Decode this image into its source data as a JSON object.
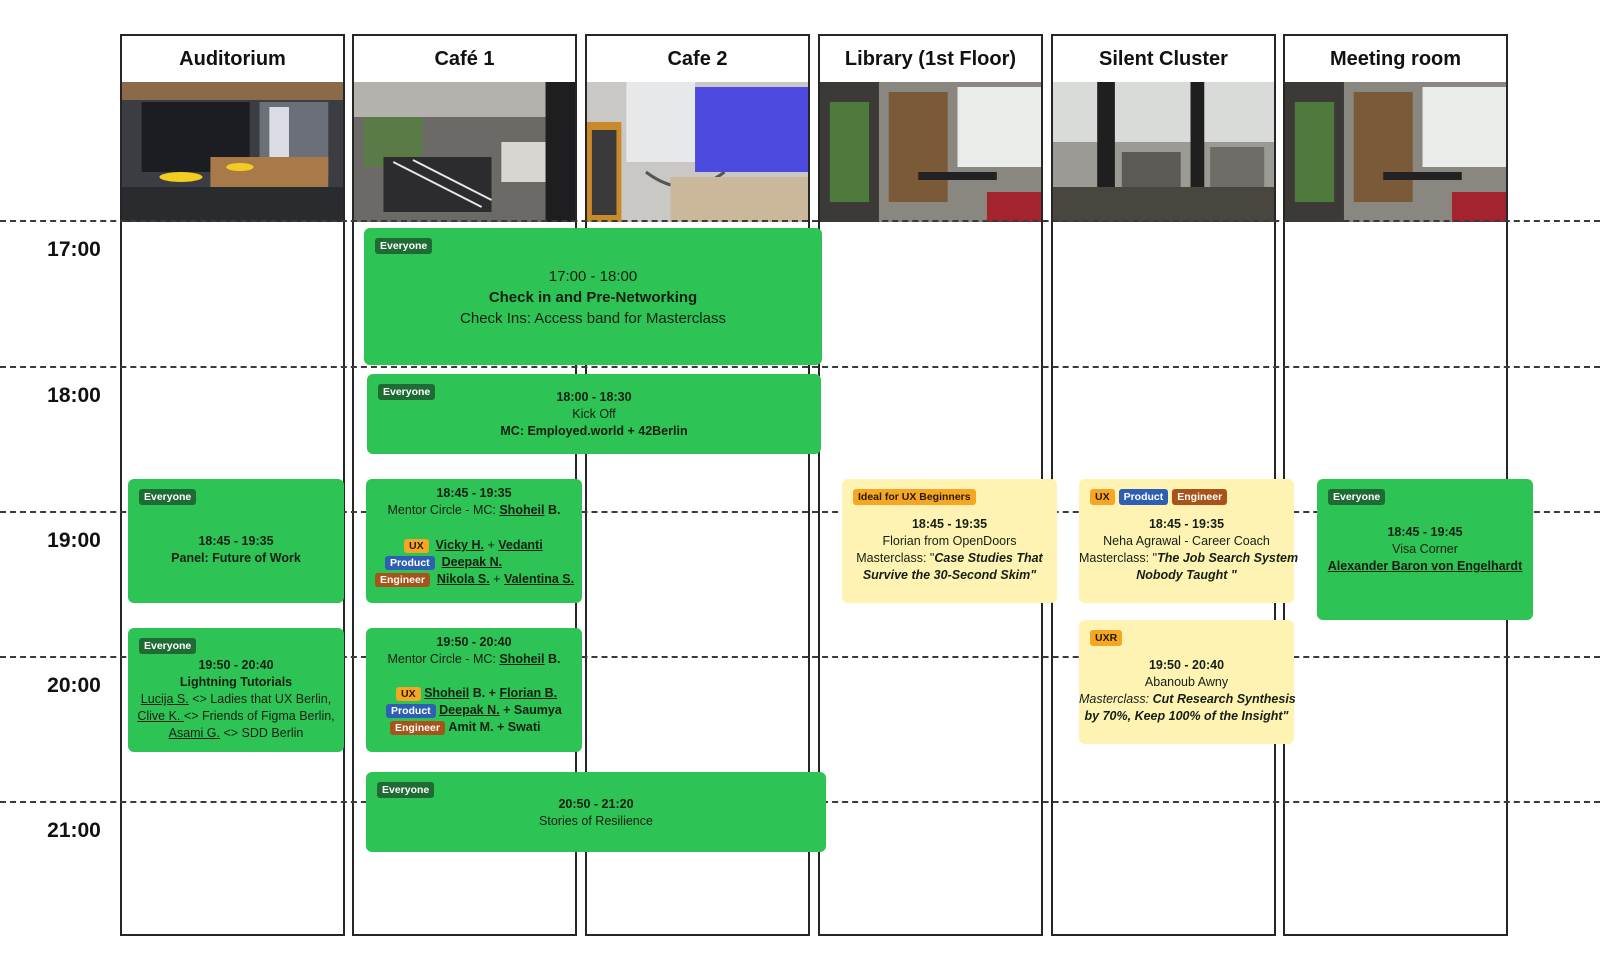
{
  "times": [
    "17:00",
    "18:00",
    "19:00",
    "20:00",
    "21:00"
  ],
  "rooms": [
    "Auditorium",
    "Café 1",
    "Cafe 2",
    "Library (1st Floor)",
    "Silent Cluster",
    "Meeting room"
  ],
  "tags": {
    "everyone": "Everyone",
    "ux": "UX",
    "product": "Product",
    "engineer": "Engineer",
    "uxr": "UXR",
    "beginner": "Ideal for UX Beginners"
  },
  "events": {
    "checkin": {
      "time": "17:00 - 18:00",
      "title": "Check in and Pre-Networking",
      "subtitle": "Check Ins: Access band for Masterclass"
    },
    "kickoff": {
      "time": "18:00 - 18:30",
      "title": "Kick Off",
      "mc": "MC: Employed.world + 42Berlin"
    },
    "panel": {
      "time": "18:45 - 19:35",
      "title": "Panel: Future of Work"
    },
    "lightning": {
      "time": "19:50 - 20:40",
      "title": "Lightning Tutorials",
      "l1_name": "Lucija S.",
      "l1_rest": " <> Ladies that UX Berlin,",
      "l2_name": "Clive K. ",
      "l2_rest": " <> Friends of Figma Berlin,",
      "l3_name": "Asami G.",
      "l3_rest": " <> SDD Berlin"
    },
    "mentor1": {
      "time": "18:45 - 19:35",
      "mc_label": "Mentor Circle - MC: ",
      "mc_name": "Shoheil",
      "mc_suffix": " B.",
      "ux_a": "Vicky H.",
      "ux_b": "Vedanti",
      "product_a": "Deepak N.",
      "eng_a": "Nikola S.",
      "eng_b": "Valentina S."
    },
    "mentor2": {
      "time": "19:50 - 20:40",
      "mc_label": "Mentor Circle - MC: ",
      "mc_name": "Shoheil",
      "mc_suffix": " B.",
      "ux_a": "Shoheil",
      "ux_a_suffix": " B. + ",
      "ux_b": "Florian B.",
      "product_a": "Deepak N.",
      "product_b": " + Saumya",
      "eng": "Amit M. + Swati"
    },
    "resilience": {
      "time": "20:50 - 21:20",
      "title": "Stories of Resilience"
    },
    "library": {
      "time": "18:45 - 19:35",
      "speaker": "Florian from OpenDoors",
      "prefix": "Masterclass: \"",
      "title_l1": "Case Studies That",
      "title_l2": "Survive the 30-Second Skim\""
    },
    "neha": {
      "time": "18:45 - 19:35",
      "speaker": "Neha Agrawal - Career Coach",
      "prefix": "Masterclass: \"",
      "title_l1": "The Job Search System",
      "title_l2": "Nobody Taught \""
    },
    "abanoub": {
      "time": "19:50 - 20:40",
      "speaker": "Abanoub Awny",
      "prefix": "Masterclass: ",
      "title_l1": "Cut Research Synthesis",
      "title_l2": "by 70%, Keep 100% of the Insight\""
    },
    "visa": {
      "time": "18:45 - 19:45",
      "title": "Visa Corner",
      "host": "Alexander Baron von Engelhardt"
    }
  },
  "colors": {
    "green": "#2ec355",
    "yellow": "#fef3b2",
    "everyone_tag": "#1e6b33",
    "ux_tag": "#f5a623",
    "product_tag": "#2f5fb3",
    "engineer_tag": "#a8531a"
  }
}
